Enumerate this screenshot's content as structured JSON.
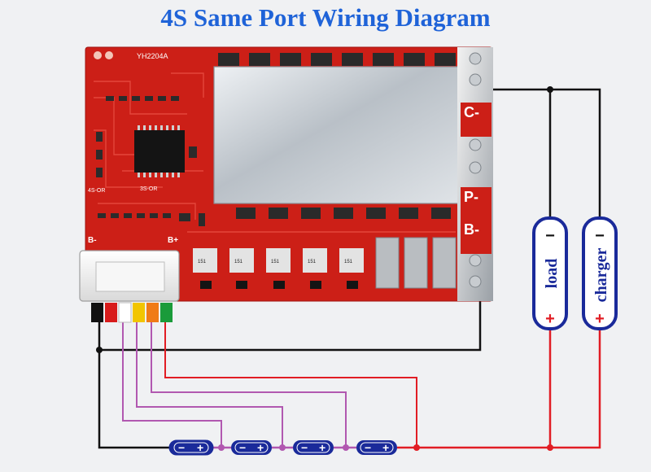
{
  "title": "4S Same Port Wiring Diagram",
  "board": {
    "model": "YH2204A",
    "silk_left": "4S-OR",
    "silk_mid": "3S-OR",
    "b_minus": "B-",
    "b_plus": "B+",
    "resistor_code": "151"
  },
  "ports": {
    "c_minus": "C-",
    "p_minus": "P-",
    "b_minus": "B-"
  },
  "load": {
    "label": "load",
    "neg": "−",
    "pos": "+"
  },
  "charger": {
    "label": "charger",
    "neg": "−",
    "pos": "+"
  },
  "battery": {
    "neg": "−",
    "pos": "+"
  },
  "colors": {
    "title": "#1f63d8",
    "pcb": "#cc1f17",
    "black_wire": "#111111",
    "red_wire": "#e11d24",
    "balance_wire": "#b158b0",
    "battery": "#1a2a9a"
  }
}
